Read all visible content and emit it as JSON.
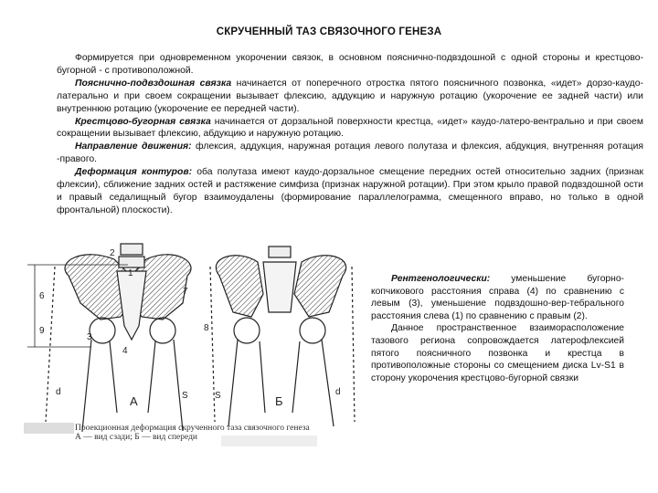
{
  "title": "СКРУЧЕННЫЙ ТАЗ СВЯЗОЧНОГО ГЕНЕЗА",
  "paragraphs": [
    {
      "lead": "",
      "text": "Формируется при одновременном укорочении связок, в основном пояснично-подвздошной с одной стороны и крестцово-бугорной - с противоположной."
    },
    {
      "lead": "Пояснично-подвздошная связка",
      "text": " начинается от поперечного отростка пятого поясничного позвонка, «идет» дорзо-каудо-латерально и при своем сокращении вызывает флексию, аддукцию и наружную ротацию (укорочение ее задней части) или внутреннюю ротацию (укорочение ее передней части)."
    },
    {
      "lead": "Крестцово-бугорная связка",
      "text": " начинается от дорзальной поверхности крестца, «идет» каудо-латеро-вентрально и при своем сокращении вызывает флексию, абдукцию и наружную ротацию."
    },
    {
      "lead": "Направление движения:",
      "text": " флексия, аддукция, наружная ротация левого полутаза и флексия, абдукция, внутренняя ротация -правого."
    },
    {
      "lead": "Деформация контуров:",
      "text": " оба полутаза имеют каудо-дорзальное смещение передних остей относительно задних (признак флексии), сближение задних остей и растяжение симфиза (признак наружной ротации). При этом крыло правой подвздошной ости и правый седалищный бугор взаимоудалены (формирование параллелограмма, смещенного вправо, но только в одной фронтальной) плоскости)."
    }
  ],
  "figure": {
    "labels": {
      "n1": "1",
      "n2": "2",
      "n3": "3",
      "n4": "4",
      "n6": "6",
      "n7": "7",
      "n8": "8",
      "n9": "9",
      "s_left": "S",
      "s_right": "S",
      "d_left": "d",
      "d_right": "d",
      "view_a": "А",
      "view_b": "Б"
    },
    "caption_line1": "Проекционная деформация скрученного таза связочного генеза",
    "caption_line2": "А — вид сзади; Б — вид спереди"
  },
  "side": [
    {
      "lead": "Рентгенологически:",
      "text": " уменьшение бугорно-копчикового расстояния справа (4) по сравнению с левым (3), уменьшение подвздошно-вер-тебрального расстояния слева (1) по сравнению с правым (2)."
    },
    {
      "lead": "",
      "text": "Данное пространственное взаиморасположение тазового региона сопровождается латерофлексией пятого поясничного позвонка и крестца в противоположные стороны со смещением диска Lv-S1 в сторону укорочения крестцово-бугорной связки"
    }
  ]
}
